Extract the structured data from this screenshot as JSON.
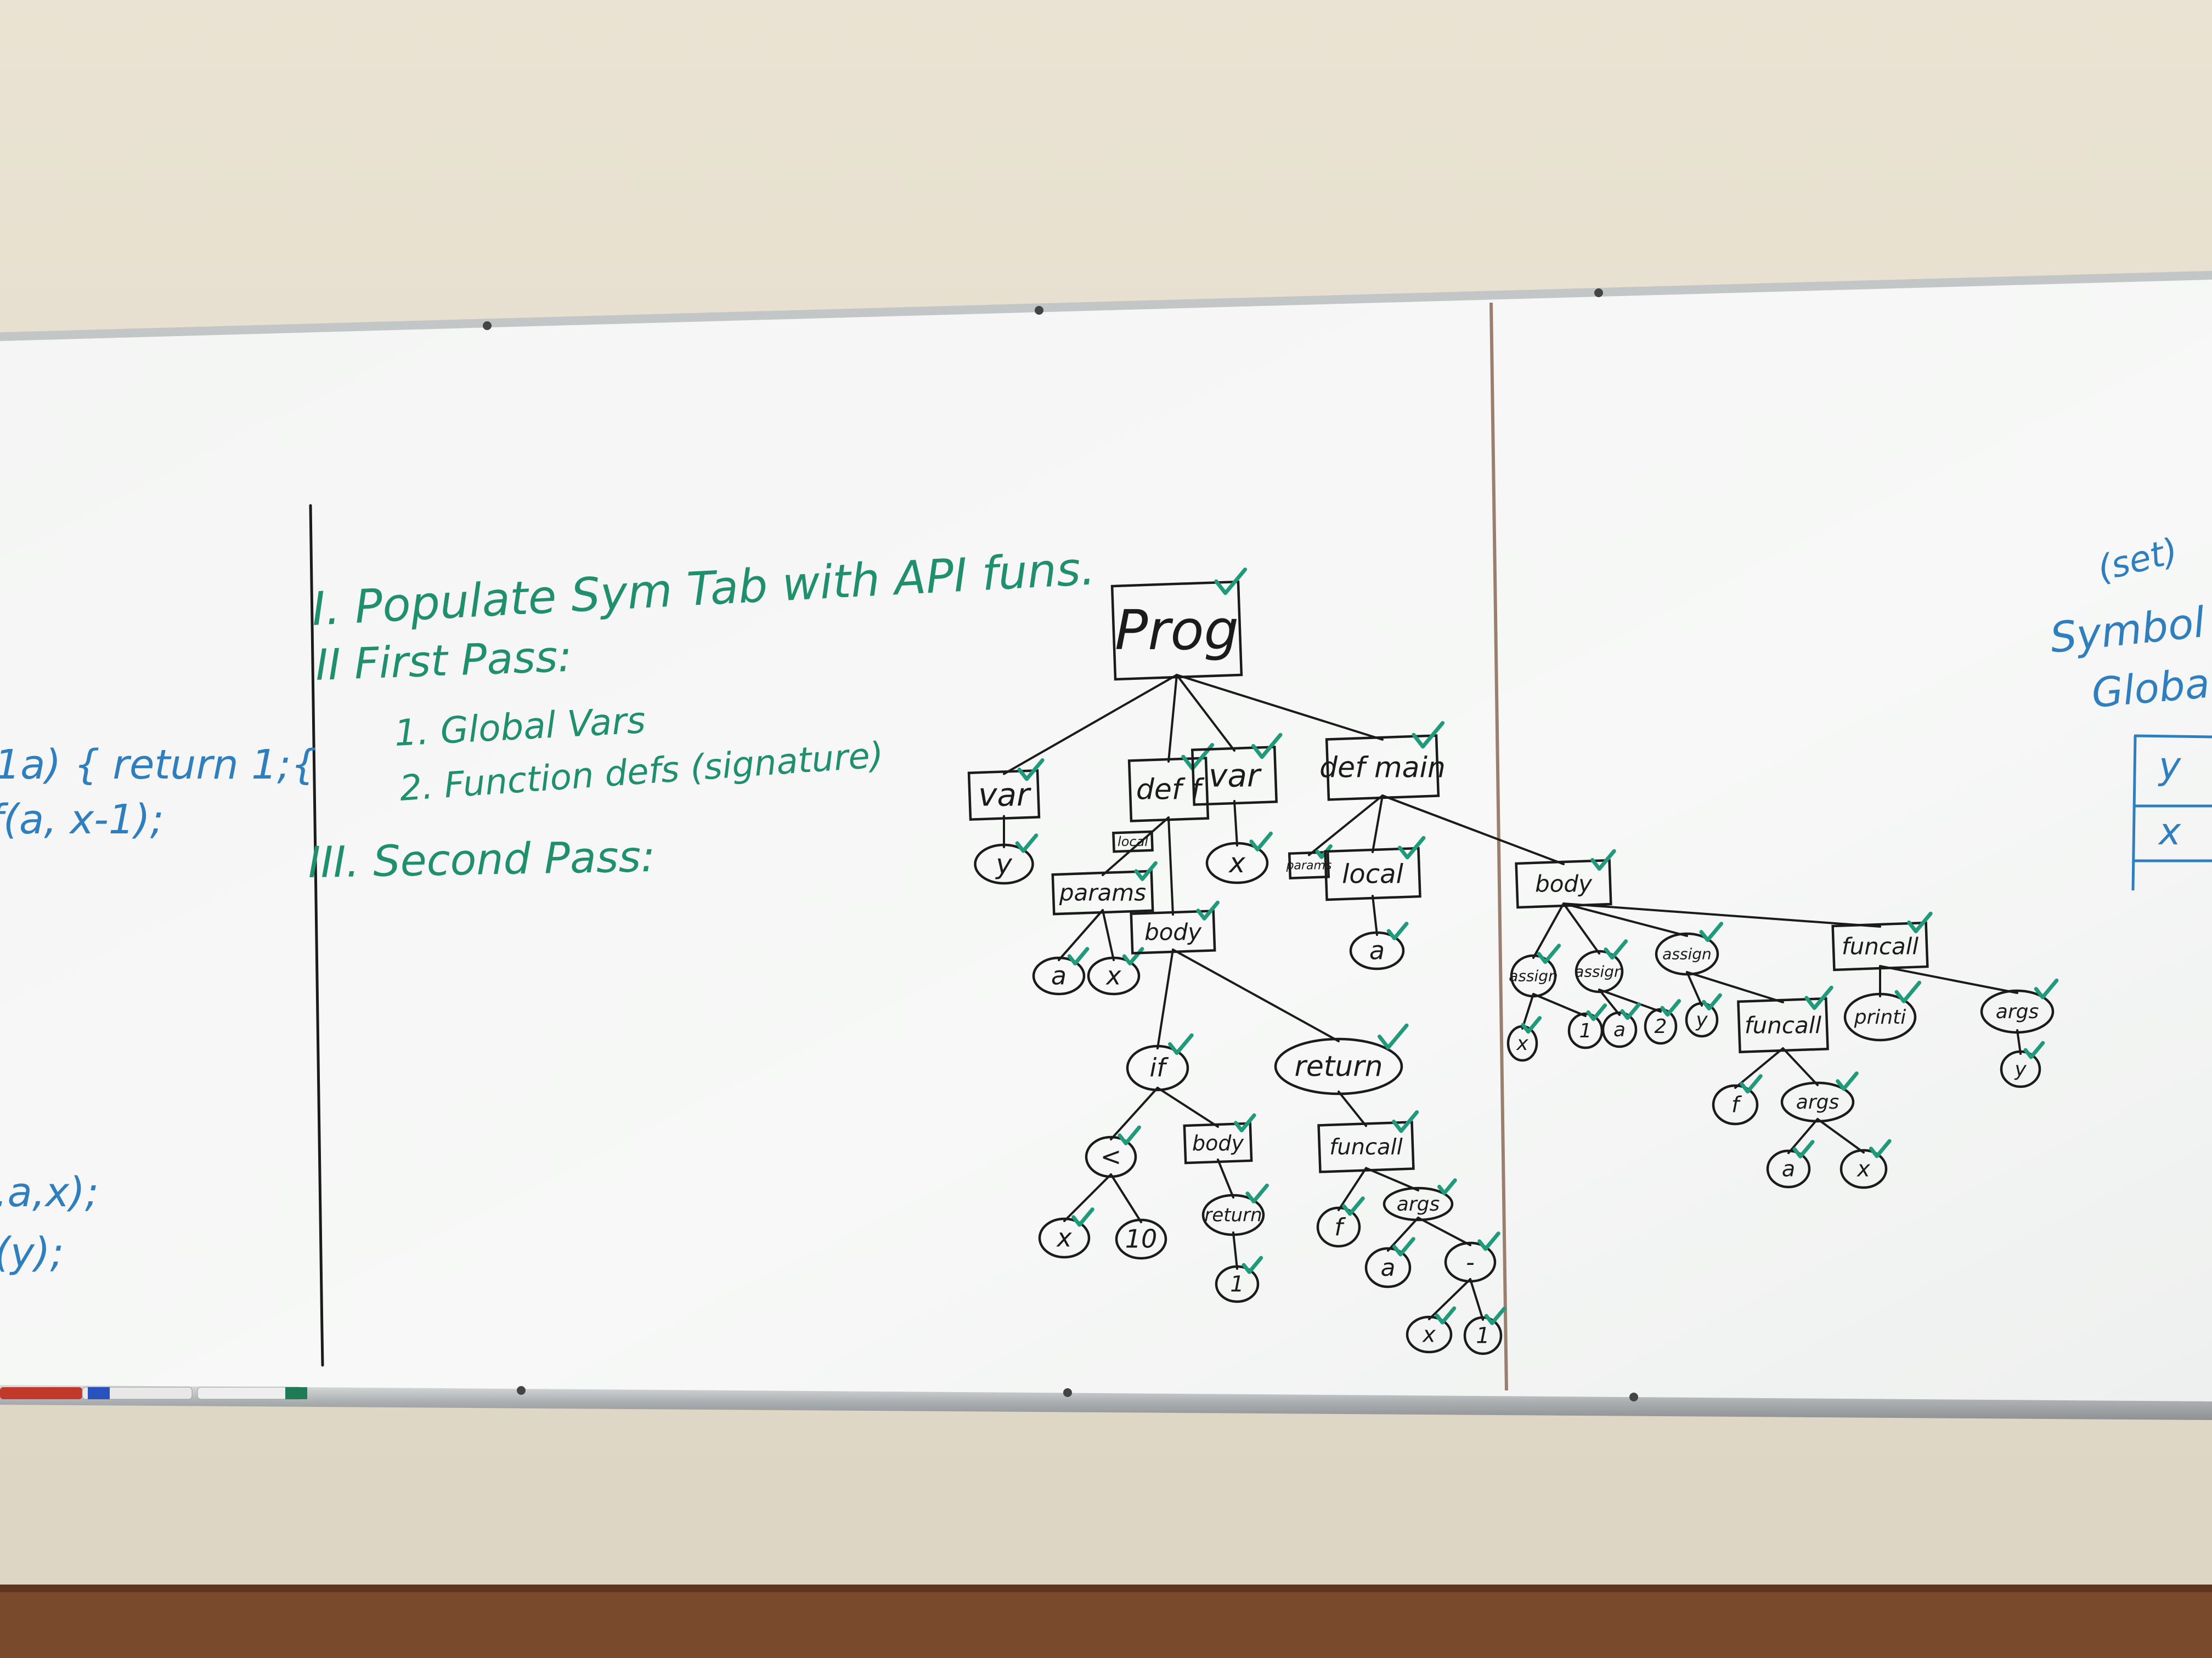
{
  "colors": {
    "wall": "#e6dfcf",
    "board": "#f6f7f6",
    "frame": "#b8bcbe",
    "green_marker": "#1f8f6e",
    "blue_marker": "#2f7fbf",
    "black_marker": "#1b1b1b",
    "baseboard": "#7a4a2c"
  },
  "left_code": {
    "lines": [
      "1a) { return 1;{",
      "f(a, x-1);",
      ".a,x);",
      "(y);"
    ]
  },
  "plan": {
    "step1": "I. Populate Sym Tab with API funs.",
    "step2": "II First Pass:",
    "sub1": "1. Global Vars",
    "sub2": "2. Function defs (signature)",
    "step3": "III. Second Pass:"
  },
  "symbol_table": {
    "note": "(set)",
    "title": "Symbol Tab",
    "subtitle": "Global V",
    "rows": [
      "y",
      "x"
    ]
  },
  "tree_nodes": [
    {
      "label": "Prog",
      "shape": "rect",
      "checked": true
    },
    {
      "label": "var",
      "shape": "rect",
      "checked": true
    },
    {
      "label": "def f",
      "shape": "rect",
      "checked": true
    },
    {
      "label": "var",
      "shape": "rect",
      "checked": true
    },
    {
      "label": "def main",
      "shape": "rect",
      "checked": true
    },
    {
      "label": "y",
      "shape": "ellipse",
      "checked": true
    },
    {
      "label": "local",
      "shape": "rect",
      "checked": false
    },
    {
      "label": "params",
      "shape": "rect",
      "checked": true
    },
    {
      "label": "x",
      "shape": "ellipse",
      "checked": true
    },
    {
      "label": "params",
      "shape": "rect",
      "checked": true
    },
    {
      "label": "local",
      "shape": "rect",
      "checked": true
    },
    {
      "label": "a",
      "shape": "ellipse",
      "checked": true
    },
    {
      "label": "x",
      "shape": "ellipse",
      "checked": true
    },
    {
      "label": "body",
      "shape": "rect",
      "checked": true
    },
    {
      "label": "a",
      "shape": "ellipse",
      "checked": true
    },
    {
      "label": "if",
      "shape": "ellipse",
      "checked": true
    },
    {
      "label": "return",
      "shape": "ellipse",
      "checked": true
    },
    {
      "label": "<",
      "shape": "ellipse",
      "checked": true
    },
    {
      "label": "body",
      "shape": "rect",
      "checked": true
    },
    {
      "label": "funcall",
      "shape": "rect",
      "checked": true
    },
    {
      "label": "x",
      "shape": "ellipse",
      "checked": true
    },
    {
      "label": "10",
      "shape": "ellipse",
      "checked": false
    },
    {
      "label": "return",
      "shape": "ellipse",
      "checked": true
    },
    {
      "label": "f",
      "shape": "ellipse",
      "checked": true
    },
    {
      "label": "args",
      "shape": "ellipse",
      "checked": true
    },
    {
      "label": "1",
      "shape": "ellipse",
      "checked": true
    },
    {
      "label": "a",
      "shape": "ellipse",
      "checked": true
    },
    {
      "label": "-",
      "shape": "ellipse",
      "checked": true
    },
    {
      "label": "x",
      "shape": "ellipse",
      "checked": true
    },
    {
      "label": "1",
      "shape": "ellipse",
      "checked": true
    },
    {
      "label": "body",
      "shape": "rect",
      "checked": true
    },
    {
      "label": "assign",
      "shape": "ellipse",
      "checked": true
    },
    {
      "label": "assign",
      "shape": "ellipse",
      "checked": true
    },
    {
      "label": "assign",
      "shape": "ellipse",
      "checked": true
    },
    {
      "label": "funcall",
      "shape": "rect",
      "checked": true
    },
    {
      "label": "x",
      "shape": "ellipse",
      "checked": true
    },
    {
      "label": "1",
      "shape": "ellipse",
      "checked": true
    },
    {
      "label": "a",
      "shape": "ellipse",
      "checked": true
    },
    {
      "label": "2",
      "shape": "ellipse",
      "checked": true
    },
    {
      "label": "y",
      "shape": "ellipse",
      "checked": true
    },
    {
      "label": "funcall",
      "shape": "rect",
      "checked": true
    },
    {
      "label": "printi",
      "shape": "ellipse",
      "checked": true
    },
    {
      "label": "args",
      "shape": "ellipse",
      "checked": true
    },
    {
      "label": "f",
      "shape": "ellipse",
      "checked": true
    },
    {
      "label": "args",
      "shape": "ellipse",
      "checked": true
    },
    {
      "label": "y",
      "shape": "ellipse",
      "checked": true
    },
    {
      "label": "a",
      "shape": "ellipse",
      "checked": true
    },
    {
      "label": "x",
      "shape": "ellipse",
      "checked": true
    }
  ]
}
